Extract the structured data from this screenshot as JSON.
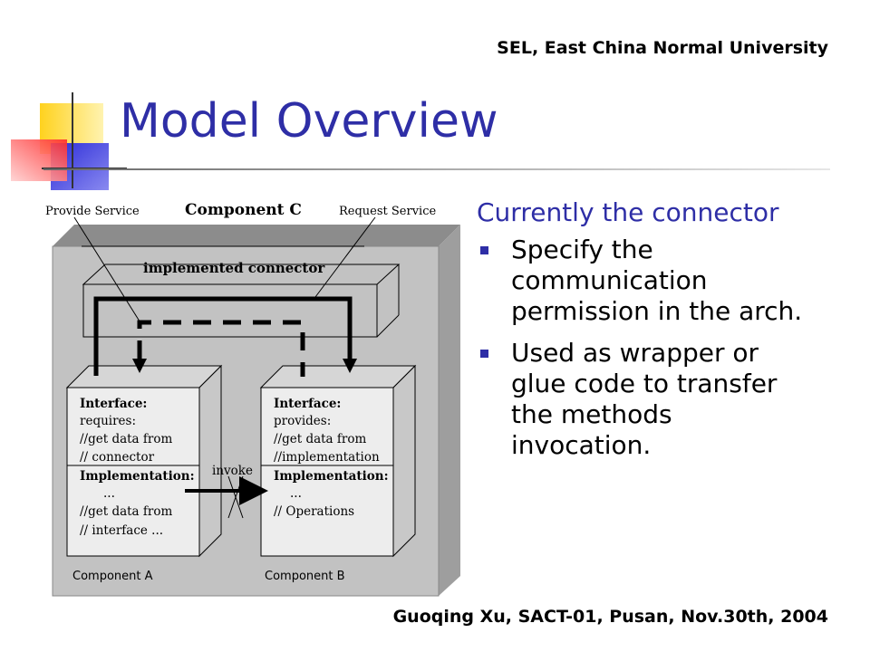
{
  "header": {
    "affiliation": "SEL, East China Normal University"
  },
  "title": "Model Overview",
  "content": {
    "lead": "Currently the connector",
    "bullets": [
      {
        "lines": [
          "Specify the",
          "communication",
          "permission in the arch."
        ]
      },
      {
        "lines": [
          "Used as wrapper or",
          "glue code to transfer",
          "the methods",
          "invocation."
        ]
      }
    ]
  },
  "diagram": {
    "provide_service": "Provide Service",
    "request_service": "Request Service",
    "component_c": "Component C",
    "implemented_connector": "implemented connector",
    "component_a": {
      "label": "Component A",
      "lines": [
        "Interface:",
        "requires:",
        "//get data from",
        "// connector",
        "Implementation:",
        "...",
        "//get data from",
        "// interface ..."
      ]
    },
    "component_b": {
      "label": "Component B",
      "lines": [
        "Interface:",
        "provides:",
        "//get data from",
        "//implementation",
        "Implementation:",
        "...",
        "// Operations"
      ]
    },
    "invoke": "invoke"
  },
  "footer": {
    "citation": "Guoqing Xu, SACT-01, Pusan, Nov.30th, 2004"
  },
  "colors": {
    "title": "#2e2ea6",
    "bullet": "#2e2ea6",
    "decor_yellow": "#ffd21e",
    "decor_red": "#ff3b3b",
    "decor_blue": "#3a3ad8"
  }
}
